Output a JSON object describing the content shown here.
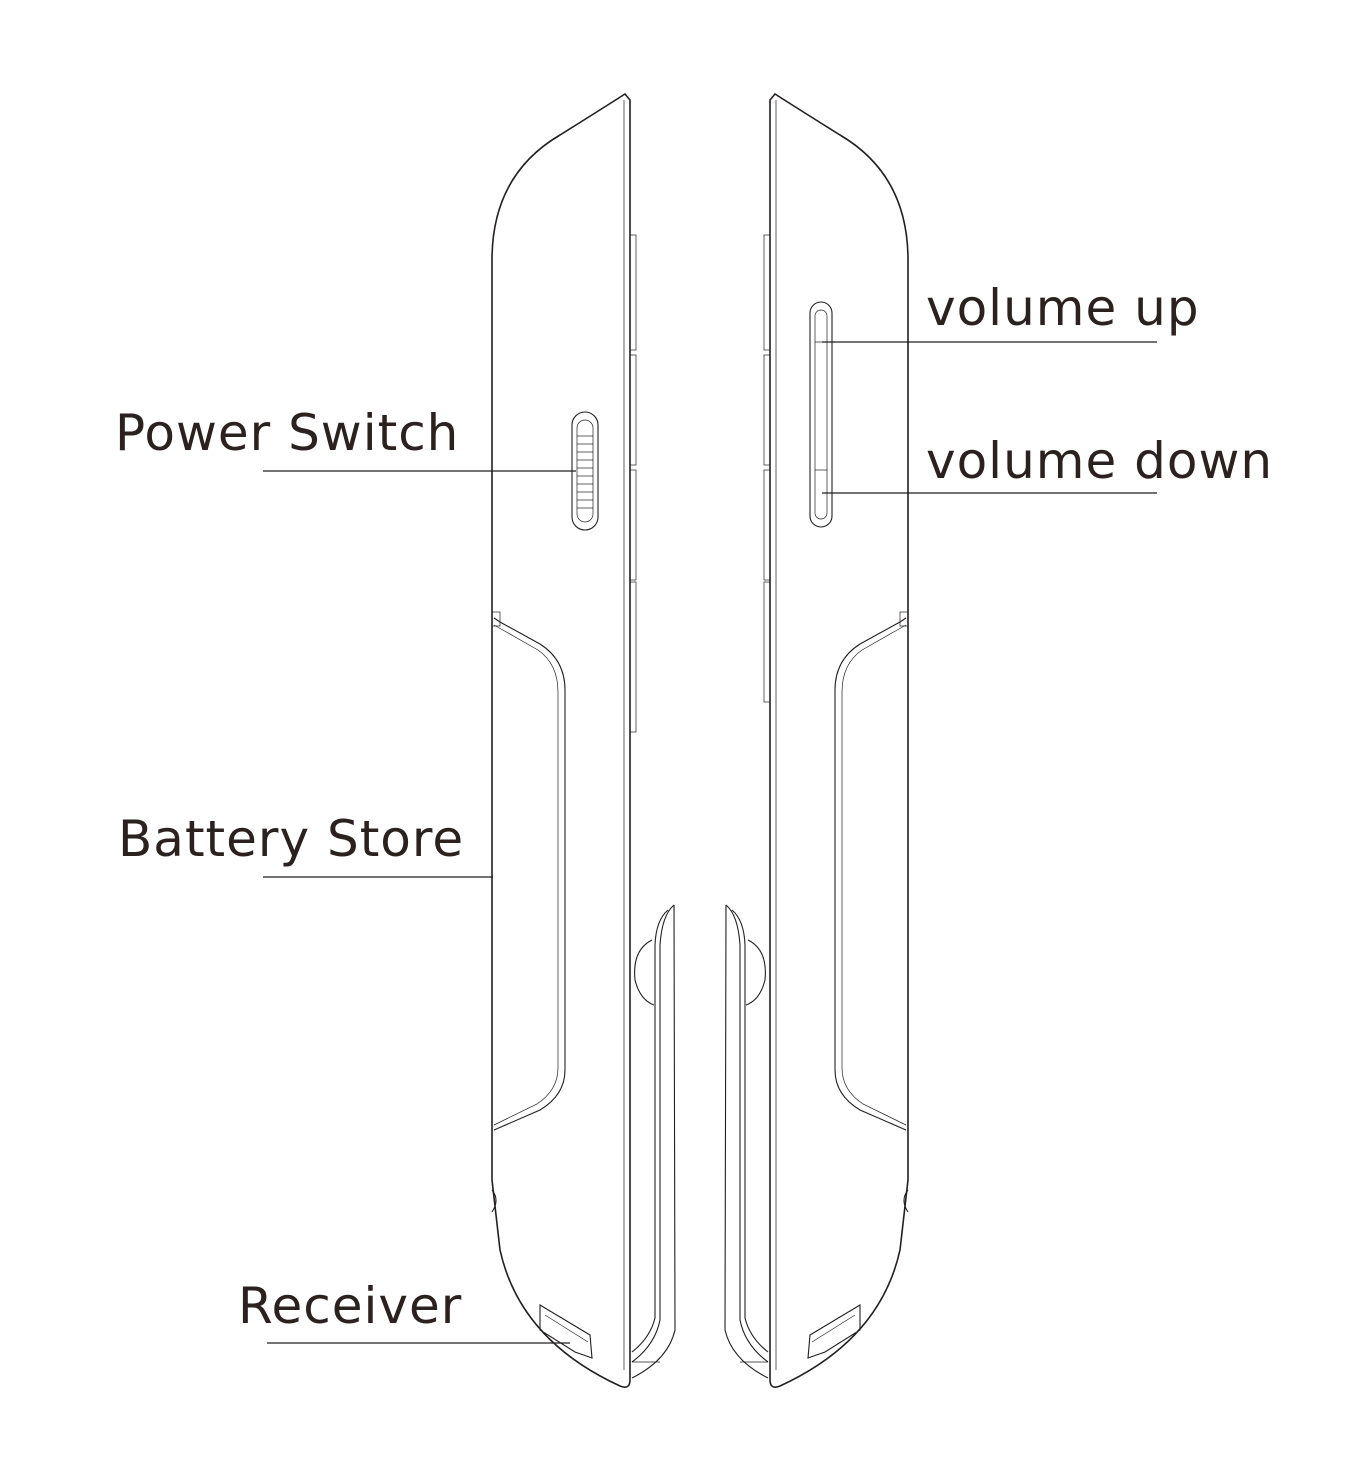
{
  "labels": {
    "power_switch": "Power Switch",
    "battery_store": "Battery Store",
    "receiver": "Receiver",
    "volume_up": "volume up",
    "volume_down": "volume down"
  },
  "colors": {
    "line": "#231f20",
    "text": "#2b2220",
    "background": "#ffffff"
  }
}
